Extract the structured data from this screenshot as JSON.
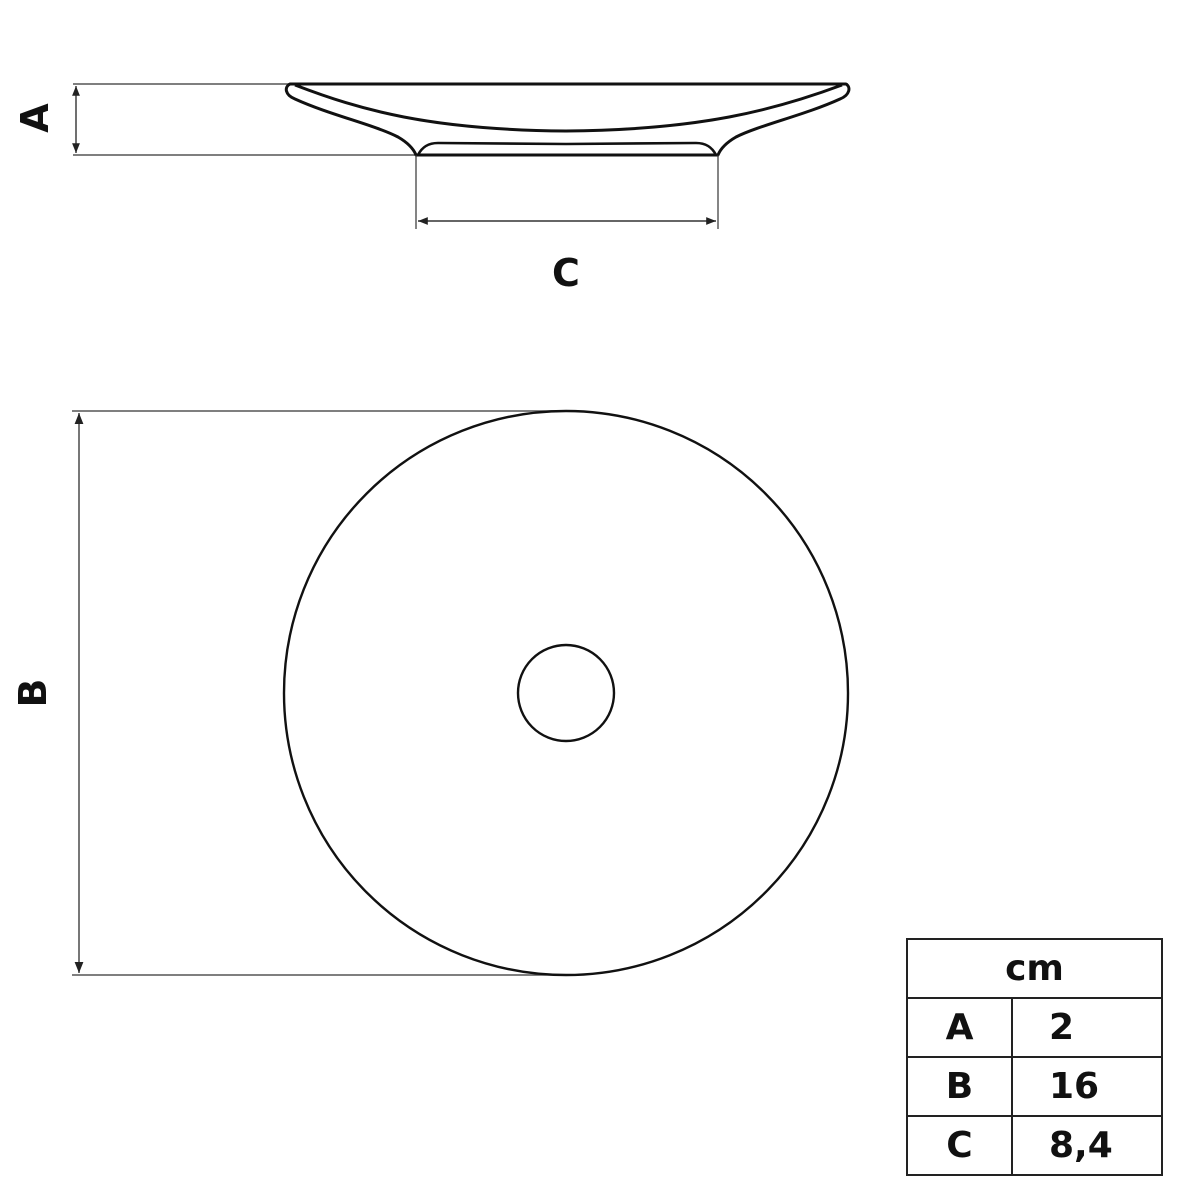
{
  "side_view": {
    "dimension_labels": {
      "height": "A",
      "foot_diameter": "C"
    }
  },
  "top_view": {
    "dimension_labels": {
      "diameter": "B"
    }
  },
  "dimension_table": {
    "unit": "cm",
    "rows": [
      {
        "key": "A",
        "value": "2"
      },
      {
        "key": "B",
        "value": "16"
      },
      {
        "key": "C",
        "value": "8,4"
      }
    ]
  },
  "colors": {
    "line": "#111111",
    "dimension_line": "#555555",
    "background": "#ffffff"
  }
}
